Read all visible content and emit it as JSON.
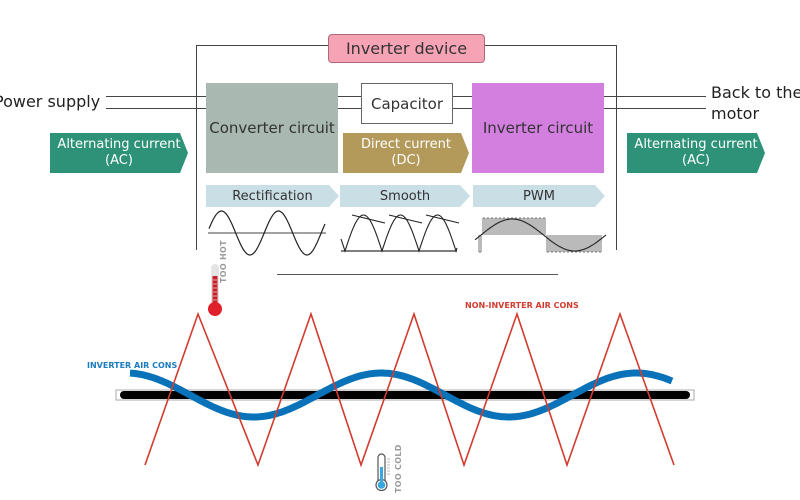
{
  "inverter_diagram": {
    "title": "Inverter device",
    "power_supply_label": "Power supply",
    "output_label_line1": "Back to the",
    "output_label_line2": "motor",
    "blocks": {
      "converter": "Converter circuit",
      "capacitor": "Capacitor",
      "inverter": "Inverter circuit"
    },
    "current_tags": {
      "input": {
        "line1": "Alternating current",
        "line2": "(AC)"
      },
      "middle": {
        "line1": "Direct current",
        "line2": "(DC)"
      },
      "output": {
        "line1": "Alternating current",
        "line2": "(AC)"
      }
    },
    "stages": [
      "Rectification",
      "Smooth",
      "PWM"
    ],
    "waveforms": [
      "sine-wave",
      "rectified-smoothed-wave",
      "pwm-wave"
    ],
    "colors": {
      "title_fill": "#f5a3b5",
      "converter_fill": "#a9b8b0",
      "inverter_fill": "#d37fe0",
      "ac_tag": "#2e9278",
      "dc_tag": "#b39a5a",
      "stage_fill": "#c9dee5"
    }
  },
  "comparison_chart": {
    "inverter_label": "INVERTER AIR CONS",
    "non_inverter_label": "NON-INVERTER AIR CONS",
    "too_hot_label": "TOO HOT",
    "too_cold_label": "TOO COLD",
    "colors": {
      "inverter_line": "#0a72b9",
      "non_inverter_line": "#d23c2f",
      "setpoint_bar": "#000000",
      "hot_thermometer": "#e0202a",
      "cold_thermometer": "#3aa8e0"
    }
  }
}
